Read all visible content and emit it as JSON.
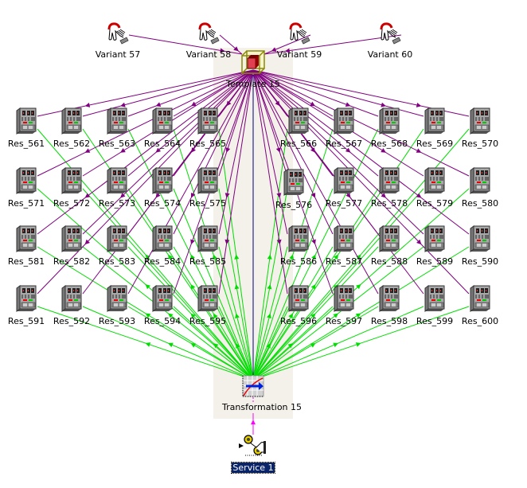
{
  "colors": {
    "variant_edge": "#800080",
    "template_edge": "#800080",
    "transformation_edge": "#00dd00",
    "trunk_edge": "#000080",
    "service_edge": "#ff00ff",
    "panel": "#f3f1e9",
    "selection": "#0a246a"
  },
  "variants": [
    {
      "label": "Variant 57"
    },
    {
      "label": "Variant 58"
    },
    {
      "label": "Variant 59"
    },
    {
      "label": "Variant 60"
    }
  ],
  "template": {
    "label": "Template 15",
    "icon": "template-cube-icon"
  },
  "transformation": {
    "label": "Transformation 15",
    "icon": "transformation-chart-icon"
  },
  "service": {
    "label": "Service 1",
    "icon": "service-satellite-icon",
    "selected": true
  },
  "resources": [
    [
      "Res_561",
      "Res_562",
      "Res_563",
      "Res_564",
      "Res_565",
      "Res_566",
      "Res_567",
      "Res_568",
      "Res_569",
      "Res_570"
    ],
    [
      "Res_571",
      "Res_572",
      "Res_573",
      "Res_574",
      "Res_575",
      "Res_576",
      "Res_577",
      "Res_578",
      "Res_579",
      "Res_580"
    ],
    [
      "Res_581",
      "Res_582",
      "Res_583",
      "Res_584",
      "Res_585",
      "Res_586",
      "Res_587",
      "Res_588",
      "Res_589",
      "Res_590"
    ],
    [
      "Res_591",
      "Res_592",
      "Res_593",
      "Res_594",
      "Res_595",
      "Res_596",
      "Res_597",
      "Res_598",
      "Res_599",
      "Res_600"
    ]
  ]
}
